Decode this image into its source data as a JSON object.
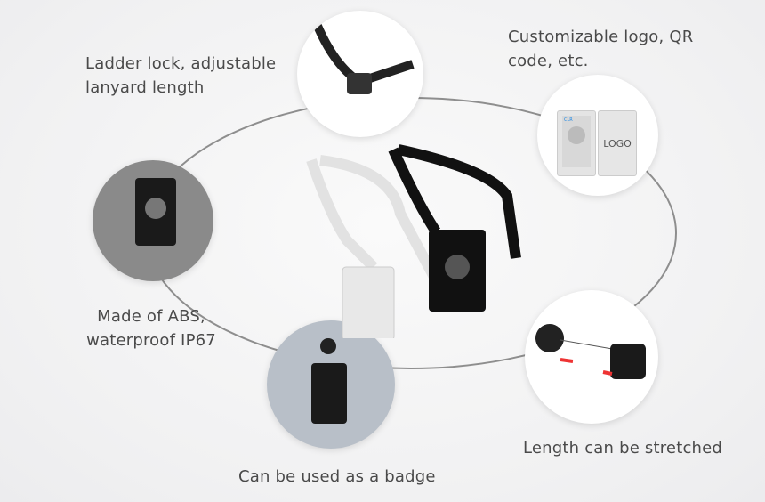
{
  "features": [
    {
      "text": "Ladder lock, adjustable lanyard length",
      "lines": [
        "Ladder lock, adjustable",
        "lanyard length"
      ]
    },
    {
      "text": "Customizable logo, QR code, etc.",
      "lines": [
        "Customizable logo, QR",
        "code, etc."
      ]
    },
    {
      "text": "Made of ABS, waterproof IP67",
      "lines": [
        "Made of ABS,",
        "waterproof IP67"
      ]
    },
    {
      "text": "Length can be stretched"
    },
    {
      "text": "Can be used as a badge"
    }
  ],
  "badge_logo_text": "LOGO",
  "colors": {
    "text": "#4a4a4a",
    "ring": "#9a9a9a",
    "accent": "#1e88e5"
  }
}
